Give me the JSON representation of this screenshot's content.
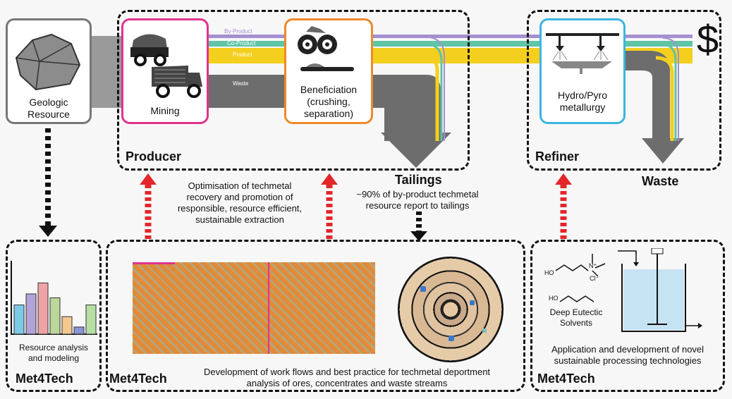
{
  "boxes": {
    "geologic": "Geologic\nResource",
    "mining": "Mining",
    "beneficiation": "Beneficiation\n(crushing,\nseparation)",
    "refinery": "Hydro/Pyro\nmetallurgy"
  },
  "streams": {
    "byproduct": "By-Product",
    "coproduct": "Co-Product",
    "product": "Product",
    "waste": "Waste"
  },
  "stages": {
    "producer": "Producer",
    "refiner": "Refiner",
    "tailings": "Tailings",
    "waste": "Waste",
    "currency": "$"
  },
  "notes": {
    "optimisation": "Optimisation of techmetal\nrecovery and promotion of\nresponsible, resource efficient,\nsustainable extraction",
    "tailings_share": "~90% of by-product techmetal\nresource report to tailings",
    "resource_analysis": "Resource analysis\nand modeling",
    "deportment": "Development of work flows and best practice for techmetal deportment\nanalysis of ores, concentrates and waste streams",
    "processing": "Application and development of novel\nsustainable processing technologies",
    "chem_caption": "Deep Eutectic\nSolvents",
    "chloride": "Cl⁻",
    "nitrogen": "N⁺",
    "hydroxyl_1": "HO",
    "hydroxyl_2": "HO"
  },
  "brand": {
    "left": "Met4Tech",
    "middle": "Met4Tech",
    "right": "Met4Tech"
  },
  "colors": {
    "byproduct": "#a58fd0",
    "coproduct": "#5fc5a5",
    "product": "#f4cf1e",
    "waste": "#6d6d6d",
    "mining_border": "#e0338e",
    "beneficiation_border": "#ec8a2a",
    "refinery_border": "#3ab6e0",
    "arrow_red": "#e3262a"
  },
  "histogram": [
    {
      "value": 0.45,
      "color": "#7cc9e8"
    },
    {
      "value": 0.62,
      "color": "#b3a3d8"
    },
    {
      "value": 0.79,
      "color": "#f0a3a6"
    },
    {
      "value": 0.56,
      "color": "#bcd79a"
    },
    {
      "value": 0.27,
      "color": "#f4c98e"
    },
    {
      "value": 0.11,
      "color": "#8a95d6"
    },
    {
      "value": 0.45,
      "color": "#b6e0a3"
    }
  ]
}
